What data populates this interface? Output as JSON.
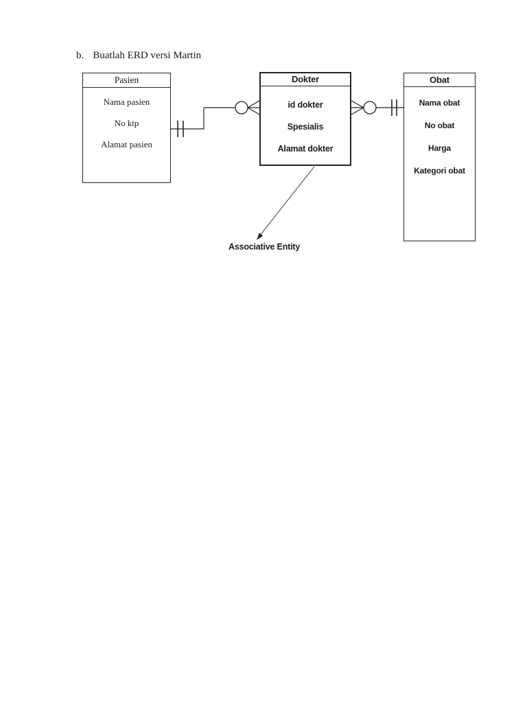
{
  "document": {
    "heading": {
      "marker": "b.",
      "text": "Buatlah ERD versi Martin"
    }
  },
  "diagram": {
    "type": "erd-martin-crows-foot",
    "entities": [
      {
        "title": "Pasien",
        "attributes": [
          "Nama pasien",
          "No ktp",
          "Alamat pasien"
        ]
      },
      {
        "title": "Dokter",
        "attributes": [
          "id dokter",
          "Spesialis",
          "Alamat dokter"
        ]
      },
      {
        "title": "Obat",
        "attributes": [
          "Nama obat",
          "No obat",
          "Harga",
          "Kategori obat"
        ]
      }
    ],
    "relationships": [
      {
        "from": "Pasien",
        "to": "Dokter",
        "from_symbol": "one-mandatory-double-tick",
        "to_symbol": "many-optional-circle-crowsfoot"
      },
      {
        "from": "Dokter",
        "to": "Obat",
        "from_symbol": "many-optional-crowsfoot-circle",
        "to_symbol": "one-mandatory-double-tick"
      }
    ],
    "annotation": {
      "label": "Associative Entity"
    }
  },
  "colors": {
    "background": "#ffffff",
    "ink": "#222222"
  }
}
